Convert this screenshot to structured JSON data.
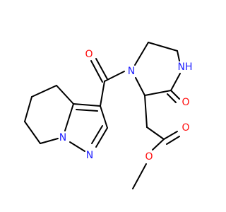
{
  "colors": {
    "carbon_bond": "#000000",
    "nitrogen": "#2020ff",
    "oxygen": "#ff0d0d",
    "background": "#ffffff"
  },
  "labels": {
    "carbonyl_o_amide": "O",
    "ring_nh": "NH",
    "ring_carbonyl_o": "O",
    "piperazine_n": "N",
    "ester_carbonyl_o": "O",
    "ester_o": "O",
    "pyrazole_n_bridge": "N",
    "pyrazole_n": "N"
  }
}
